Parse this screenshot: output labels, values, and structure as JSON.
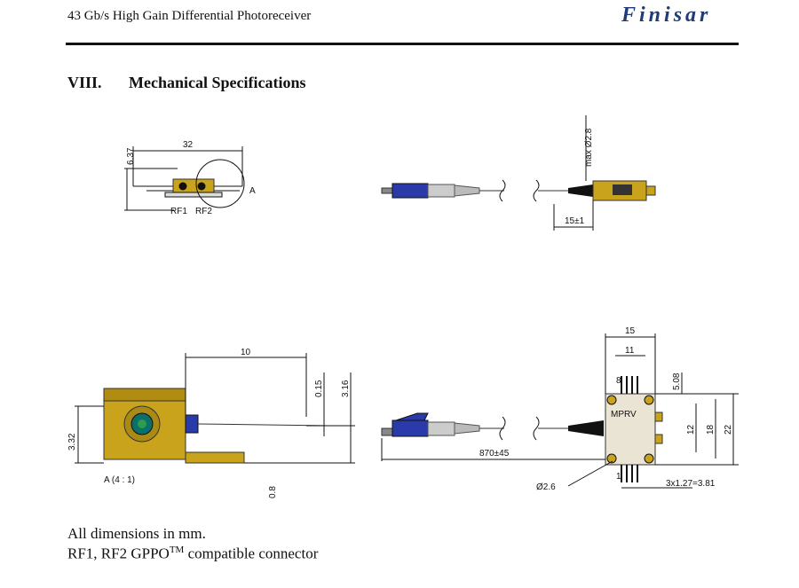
{
  "header": {
    "doc_title": "43 Gb/s High Gain Differential Photoreceiver",
    "brand_logo": "Finisar"
  },
  "section": {
    "number": "VIII.",
    "title": "Mechanical Specifications"
  },
  "drawings": {
    "top_left": {
      "width_dim": "32",
      "height_dim": "6.37",
      "label_rf1": "RF1",
      "label_rf2": "RF2",
      "detail_label": "A"
    },
    "top_right": {
      "diameter_dim": "max Ø2.8",
      "length_dim": "15±1"
    },
    "bottom_left": {
      "width_dim": "10",
      "dim_015": "0.15",
      "dim_316": "3.16",
      "dim_332": "3.32",
      "dim_08": "0.8",
      "detail_caption": "A (4 : 1)"
    },
    "bottom_right": {
      "fiber_length": "870±45",
      "diameter": "Ø2.6",
      "dim_15": "15",
      "dim_11": "11",
      "dim_508": "5.08",
      "dim_12": "12",
      "dim_18": "18",
      "dim_22": "22",
      "pin_pitch": "3x1.27=3.81",
      "pin_1": "1",
      "pin_8": "8",
      "label_text": "MPRV"
    }
  },
  "notes": {
    "line1": "All dimensions in mm.",
    "line2_prefix": "RF1, RF2 GPPO",
    "line2_sup": "TM",
    "line2_suffix": " compatible connector"
  }
}
